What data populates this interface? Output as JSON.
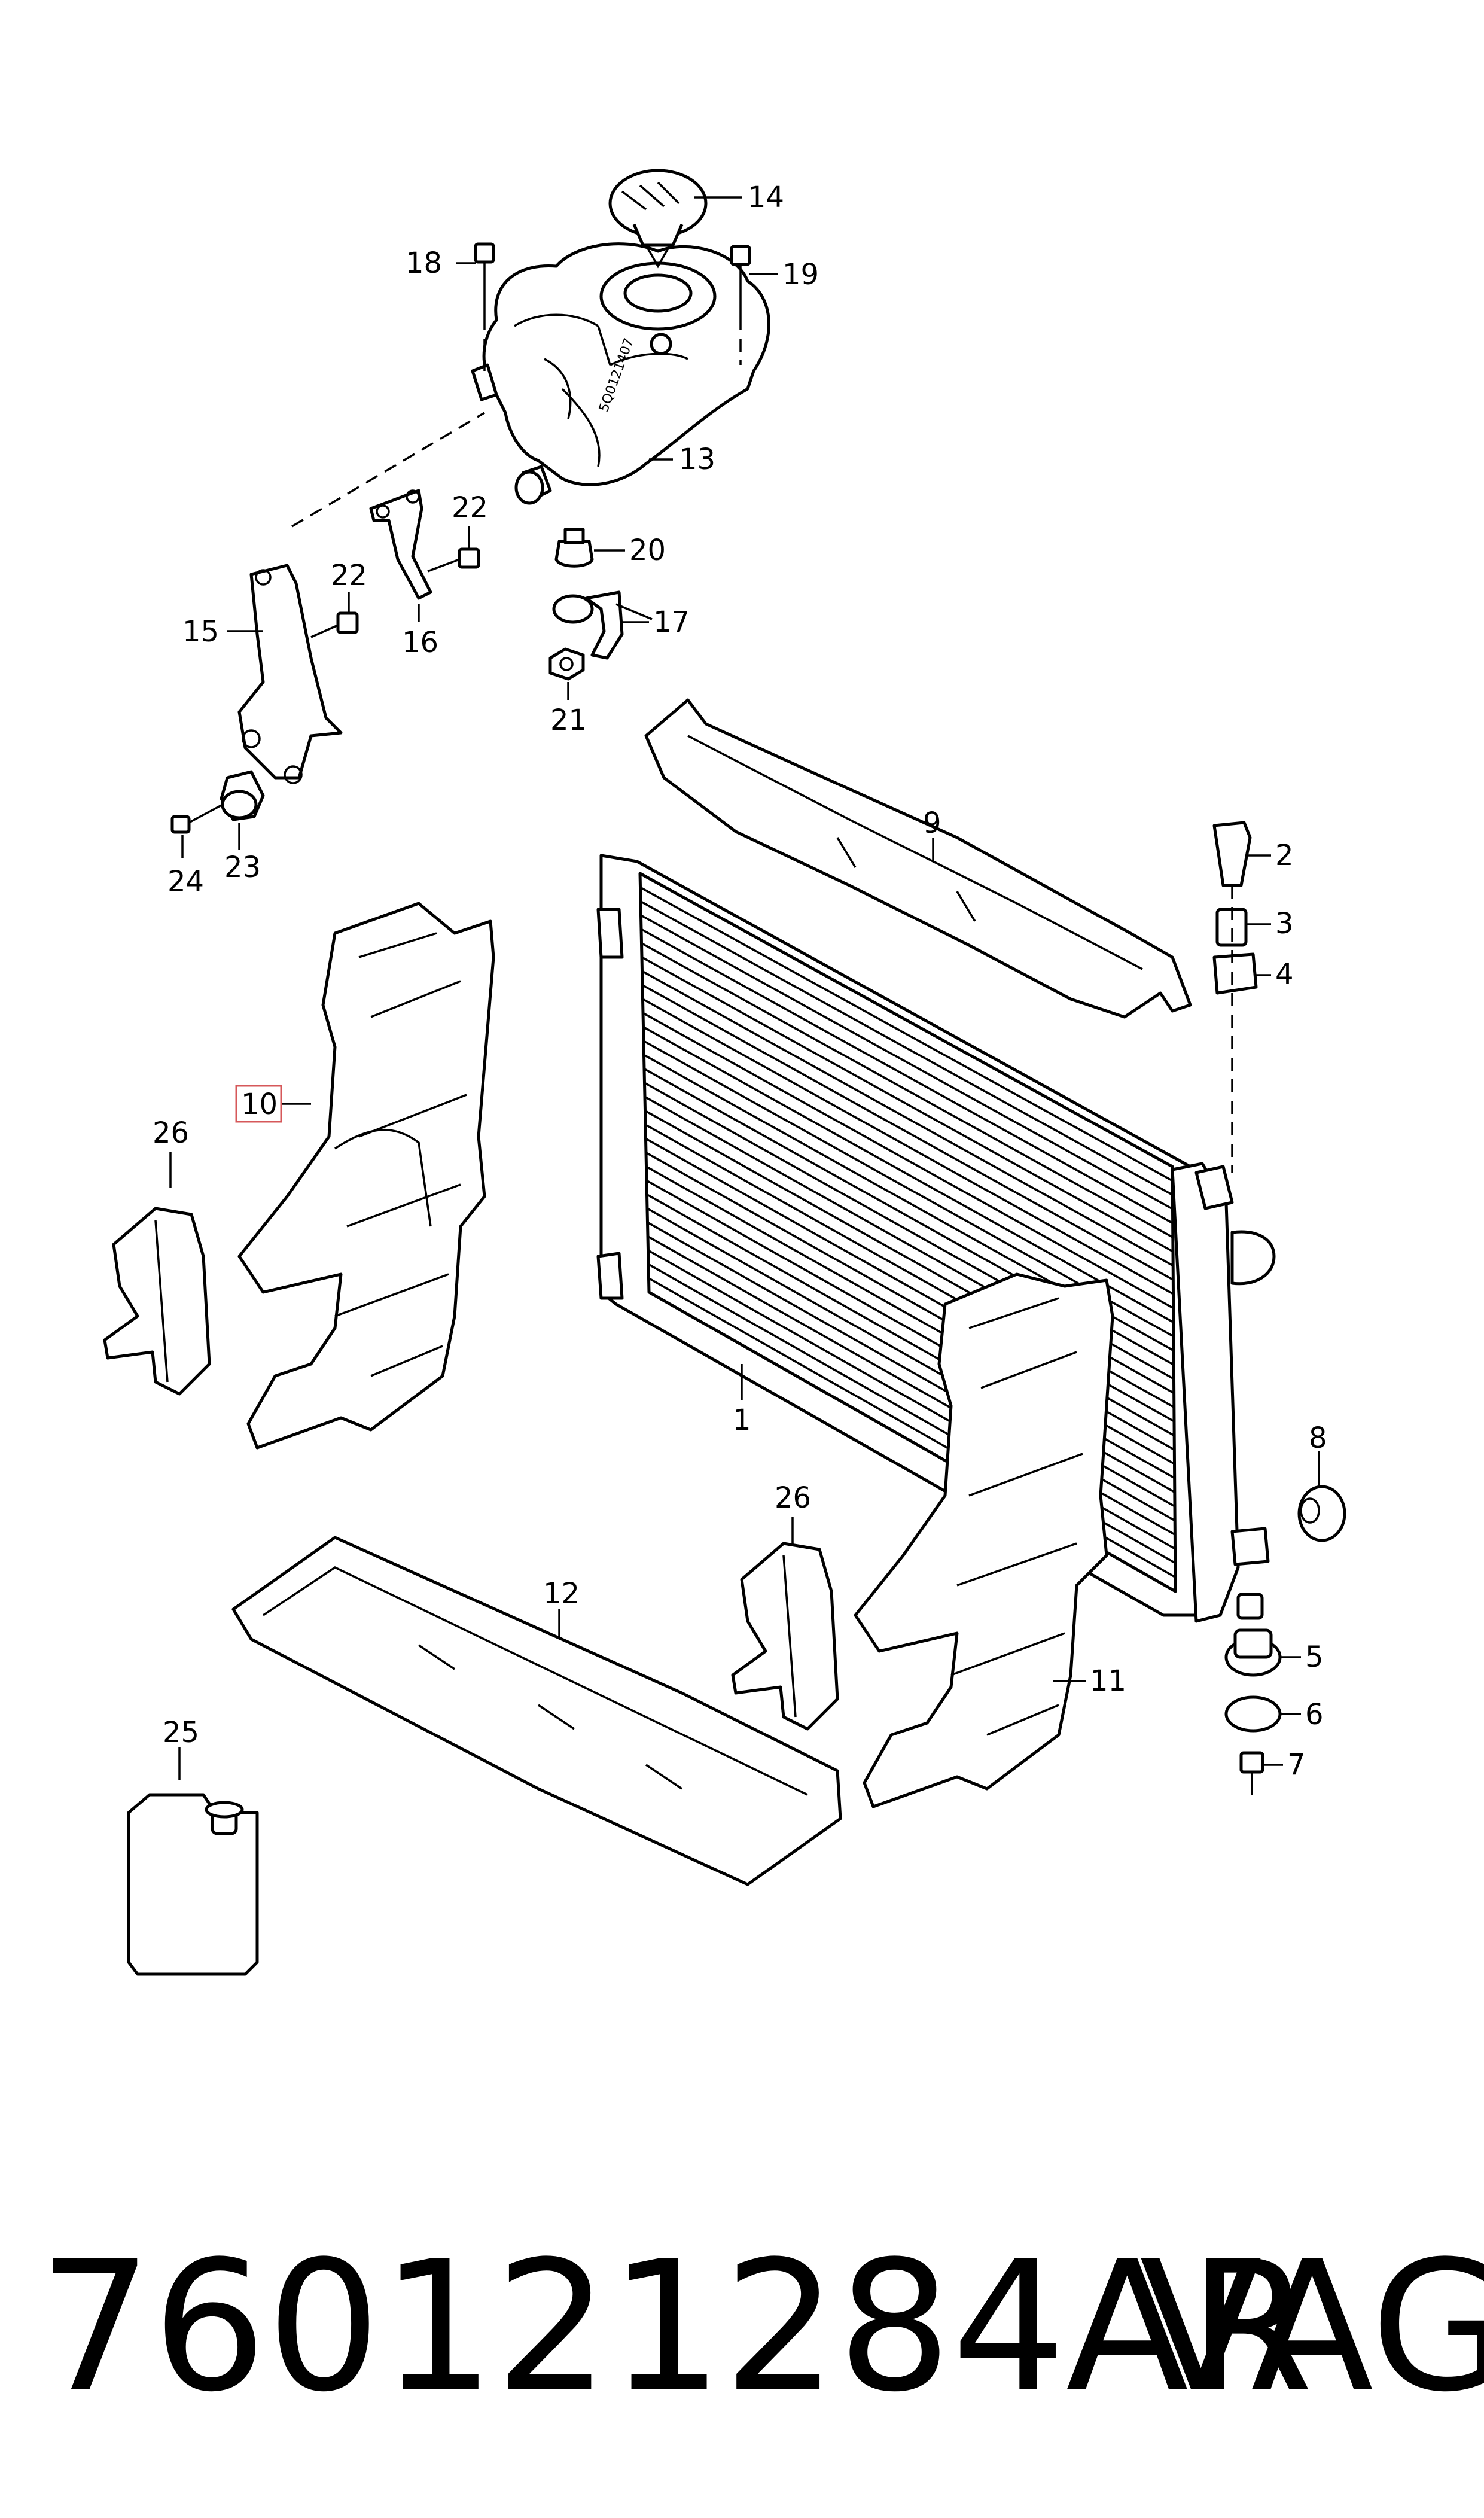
{
  "callouts": {
    "c1": "1",
    "c2": "2",
    "c3": "3",
    "c4": "4",
    "c5": "5",
    "c6": "6",
    "c7": "7",
    "c8": "8",
    "c9": "9",
    "c10": "10",
    "c11": "11",
    "c12": "12",
    "c13": "13",
    "c14": "14",
    "c15": "15",
    "c16": "16",
    "c17": "17",
    "c18": "18",
    "c19": "19",
    "c20": "20",
    "c21": "21",
    "c22a": "22",
    "c22b": "22",
    "c23": "23",
    "c24": "24",
    "c25": "25",
    "c26a": "26",
    "c26b": "26"
  },
  "highlighted_callout": "10",
  "highlight_color": "#d6585a",
  "footer": {
    "part_number": "760121284AR",
    "brand": "VAG"
  },
  "tank_embossing": "5Q0121407"
}
